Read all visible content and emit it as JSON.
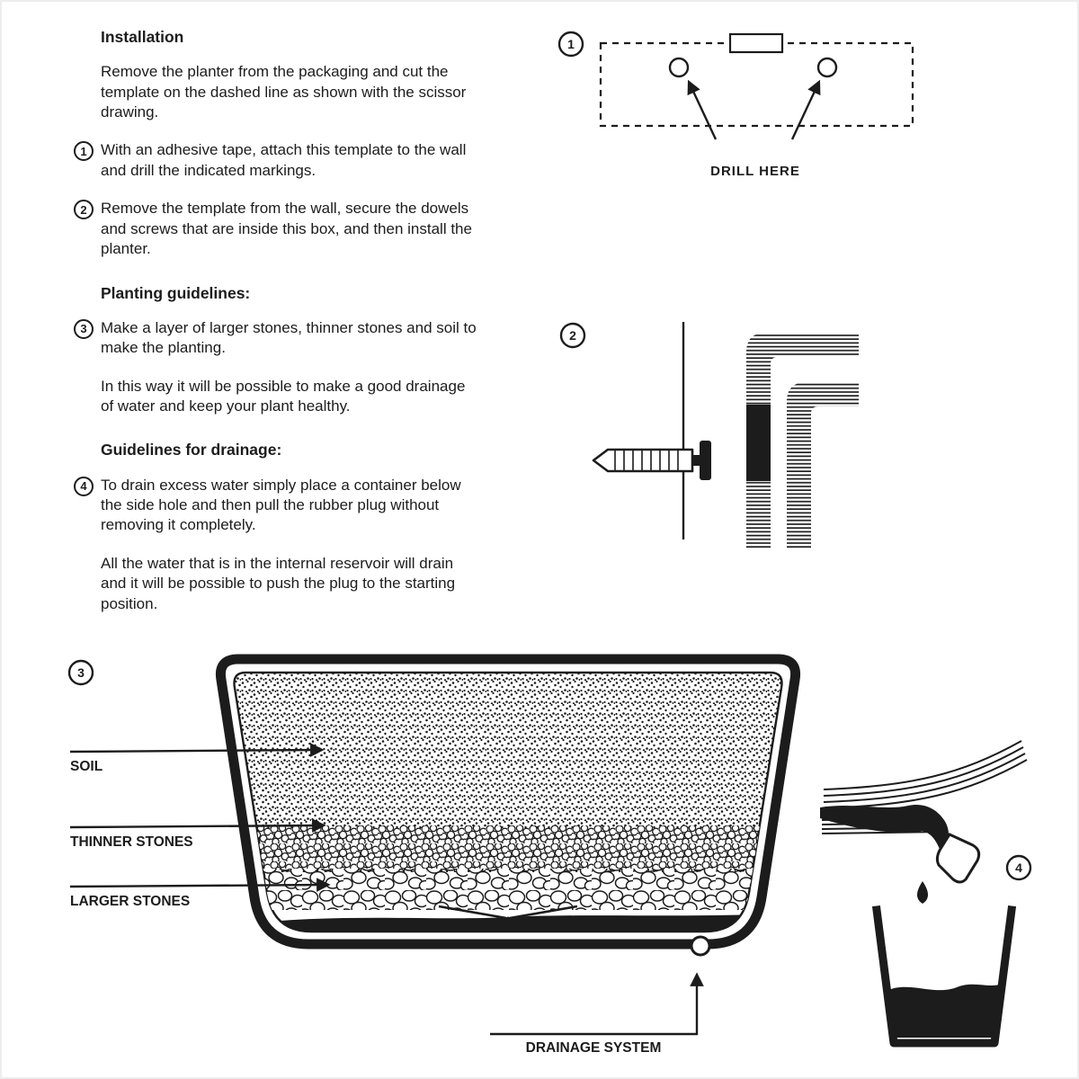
{
  "colors": {
    "ink": "#1c1c1c",
    "paper": "#ffffff"
  },
  "instructions": {
    "heading": "Installation",
    "intro": "Remove the planter from the packaging and cut the template on the dashed line as shown with the scissor drawing.",
    "steps": [
      {
        "num": "1",
        "text": "With an adhesive tape, attach this template to the wall and drill the indicated markings."
      },
      {
        "num": "2",
        "text": "Remove the template from the wall, secure the dowels and screws that are inside this box, and then install the planter."
      }
    ],
    "planting_heading": "Planting guidelines:",
    "planting_step": {
      "num": "3",
      "text": "Make a layer of larger stones, thinner stones and soil to make the planting."
    },
    "planting_note": "In this way it will be possible to make a good drainage of water and keep your plant healthy.",
    "drainage_heading": "Guidelines for drainage:",
    "drainage_step": {
      "num": "4",
      "text": "To drain excess water simply place a container below the side hole and then pull the rubber plug without removing it completely."
    },
    "drainage_note": "All the water that is in the internal reservoir will drain and it will be possible to push the plug to the starting position."
  },
  "diagrams": {
    "template": {
      "num": "1",
      "drill_label": "DRILL HERE"
    },
    "mounting": {
      "num": "2"
    },
    "layers": {
      "num": "3",
      "soil_label": "SOIL",
      "thinner_label": "THINNER STONES",
      "larger_label": "LARGER STONES",
      "drainage_label": "DRAINAGE SYSTEM"
    },
    "drain": {
      "num": "4"
    }
  }
}
